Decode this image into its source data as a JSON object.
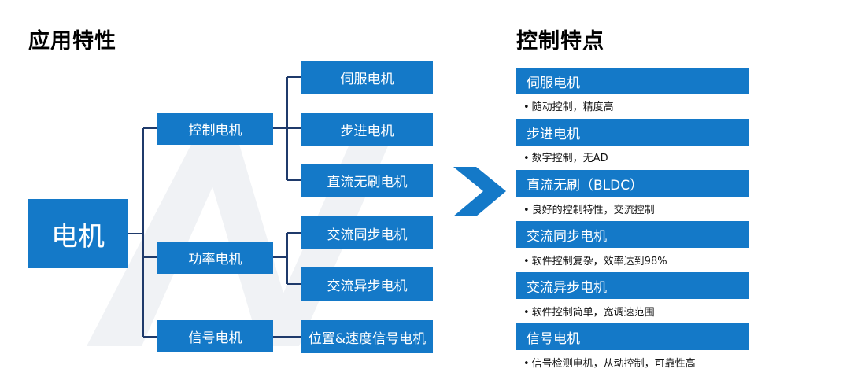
{
  "headings": {
    "left": "应用特性",
    "right": "控制特点"
  },
  "tree": {
    "root": "电机",
    "categories": [
      {
        "label": "控制电机",
        "types": [
          "伺服电机",
          "步进电机",
          "直流无刷电机"
        ]
      },
      {
        "label": "功率电机",
        "types": [
          "交流同步电机",
          "交流异步电机"
        ]
      },
      {
        "label": "信号电机",
        "types": [
          "位置&速度信号电机"
        ]
      }
    ]
  },
  "features": [
    {
      "title": "伺服电机",
      "desc": "随动控制，精度高"
    },
    {
      "title": "步进电机",
      "desc": "数字控制，无AD"
    },
    {
      "title": "直流无刷（BLDC）",
      "desc": "良好的控制特性，交流控制"
    },
    {
      "title": "交流同步电机",
      "desc": "软件控制复杂，效率达到98%"
    },
    {
      "title": "交流异步电机",
      "desc": "软件控制简单，宽调速范围"
    },
    {
      "title": "信号电机",
      "desc": "信号检测电机，从动控制，可靠性高"
    }
  ],
  "bullet_char": "•",
  "colors": {
    "box": "#1479c8",
    "connector": "#1f3a6b",
    "arrow": "#1479c8",
    "watermark": "#eef1f4"
  }
}
